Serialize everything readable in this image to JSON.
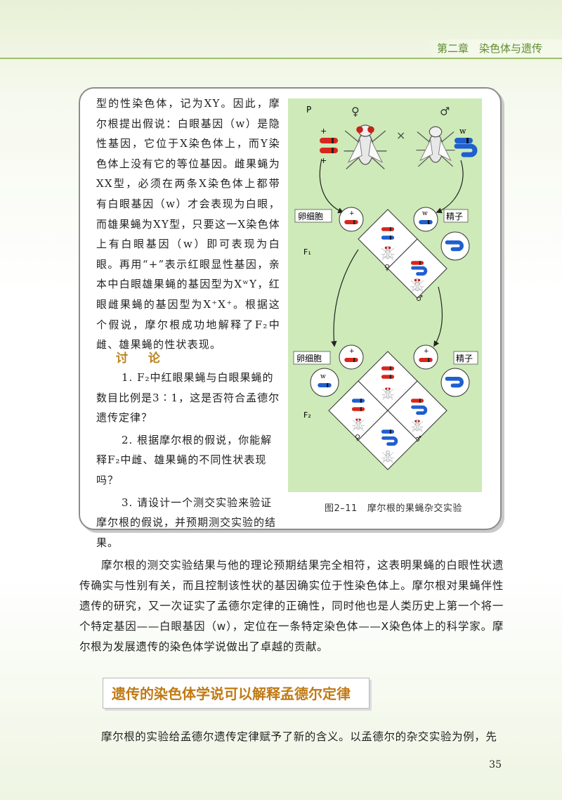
{
  "header": {
    "chapter": "第二章　染色体与遗传"
  },
  "box": {
    "paragraph": "型的性染色体，记为XY。因此，摩尔根提出假说：白眼基因（w）是隐性基因，它位于X染色体上，而Y染色体上没有它的等位基因。雌果蝇为XX型，必须在两条X染色体上都带有白眼基因（w）才会表现为白眼，而雄果蝇为XY型，只要这一X染色体上有白眼基因（w）即可表现为白眼。再用“+”表示红眼显性基因，亲本中白眼雄果蝇的基因型为XʷY，红眼雌果蝇的基因型为X⁺X⁺。根据这个假说，摩尔根成功地解释了F₂中雌、雄果蝇的性状表现。",
    "discussion_title": "讨　论",
    "questions": [
      "1. F₂中红眼果蝇与白眼果蝇的数目比例是3∶1，这是否符合孟德尔遗传定律？",
      "2. 根据摩尔根的假说，你能解释F₂中雌、雄果蝇的不同性状表现吗？",
      "3. 请设计一个测交实验来验证摩尔根的假说，并预期测交实验的结果。"
    ]
  },
  "figure": {
    "caption_number": "图2–11",
    "caption_text": "摩尔根的果蝇杂交实验",
    "label_p": "P",
    "label_f1": "F₁",
    "label_f2": "F₂",
    "egg_label": "卵细胞",
    "sperm_label": "精子",
    "female_symbol": "♀",
    "male_symbol": "♂",
    "cross_symbol": "×",
    "plus": "+",
    "w": "w",
    "colors": {
      "background": "#cdeab8",
      "red_chromosome": "#d9261c",
      "blue_chromosome": "#1f5fd0"
    }
  },
  "body": {
    "paragraph": "摩尔根的测交实验结果与他的理论预期结果完全相符，这表明果蝇的白眼性状遗传确实与性别有关，而且控制该性状的基因确实位于性染色体上。摩尔根对果蝇伴性遗传的研究，又一次证实了孟德尔定律的正确性，同时他也是人类历史上第一个将一个特定基因——白眼基因（w），定位在一条特定染色体——X染色体上的科学家。摩尔根为发展遗传的染色体学说做出了卓越的贡献。"
  },
  "section": {
    "title": "遗传的染色体学说可以解释孟德尔定律",
    "paragraph": "摩尔根的实验给孟德尔遗传定律赋予了新的含义。以孟德尔的杂交实验为例，先"
  },
  "page_number": "35"
}
